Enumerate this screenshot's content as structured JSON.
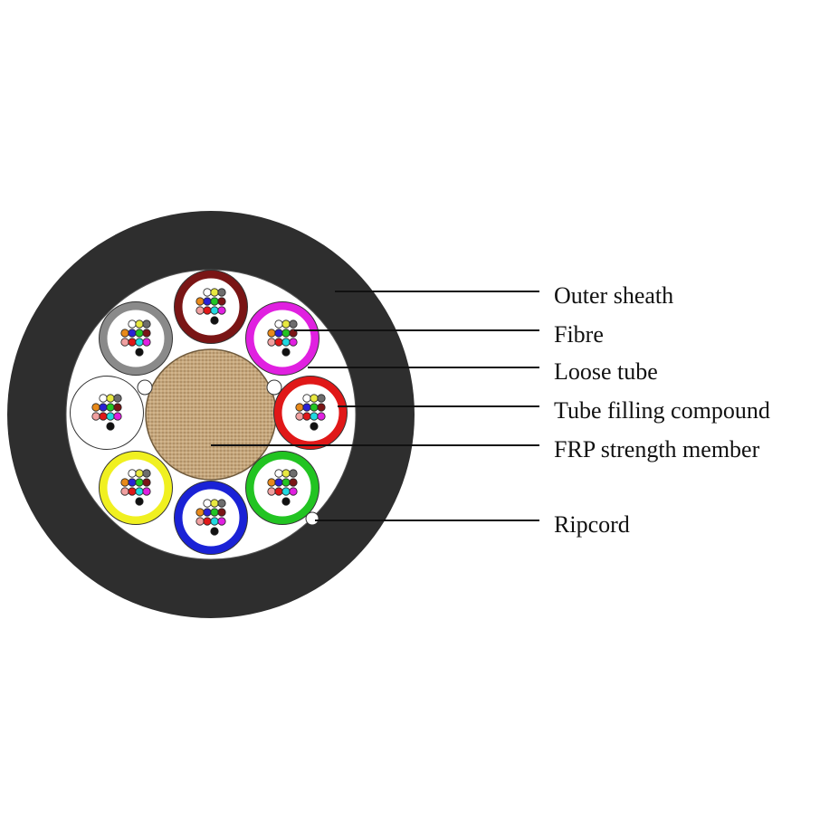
{
  "labels": {
    "outer_sheath": "Outer sheath",
    "fibre": "Fibre",
    "loose_tube": "Loose tube",
    "tube_filling_compound": "Tube filling compound",
    "frp_strength_member": "FRP strength member",
    "ripcord": "Ripcord"
  },
  "colors": {
    "sheath": "#2e2e2e",
    "inner_fill": "#ffffff",
    "frp_member": "#c9a97e",
    "leader_line": "#111111"
  },
  "tube_colors": [
    "#7a1515",
    "#e020e0",
    "#e01818",
    "#22c422",
    "#1a22d6",
    "#f0f020",
    "#ffffff",
    "#8a8a8a"
  ],
  "fibre_colors": [
    "#ffffff",
    "#e8e840",
    "#6d6d6d",
    "#e88a1a",
    "#2a22d6",
    "#22c422",
    "#7a1515",
    "#f0a0a0",
    "#e01818",
    "#20d8e0",
    "#e020e0",
    "#111111"
  ]
}
